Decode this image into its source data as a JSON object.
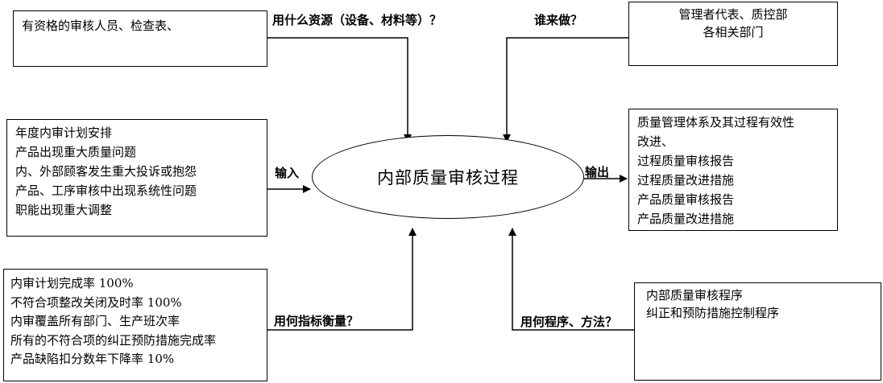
{
  "center": {
    "title": "内部质量审核过程"
  },
  "labels": {
    "resources": "用什么资源（设备、材料等）？",
    "who": "谁来做？",
    "input": "输入",
    "output": "输出",
    "measure": "用何指标衡量？",
    "method": "用何程序、方法？"
  },
  "boxes": {
    "resources": [
      "有资格的审核人员、检查表、"
    ],
    "who": [
      "管理者代表、质控部",
      "各相关部门"
    ],
    "inputs": [
      "年度内审计划安排",
      "产品出现重大质量问题",
      "内、外部顾客发生重大投诉或抱怨",
      "产品、工序审核中出现系统性问题",
      "职能出现重大调整"
    ],
    "outputs": [
      "质量管理体系及其过程有效性",
      "改进、",
      "过程质量审核报告",
      "过程质量改进措施",
      "产品质量审核报告",
      "产品质量改进措施"
    ],
    "kpis": [
      "内审计划完成率 100%",
      "不符合项整改关闭及时率 100%",
      "内审覆盖所有部门、生产班次率",
      "所有的不符合项的纠正预防措施完成率",
      "产品缺陷扣分数年下降率 10%"
    ],
    "methods": [
      "内部质量审核程序",
      "纠正和预防措施控制程序"
    ]
  }
}
